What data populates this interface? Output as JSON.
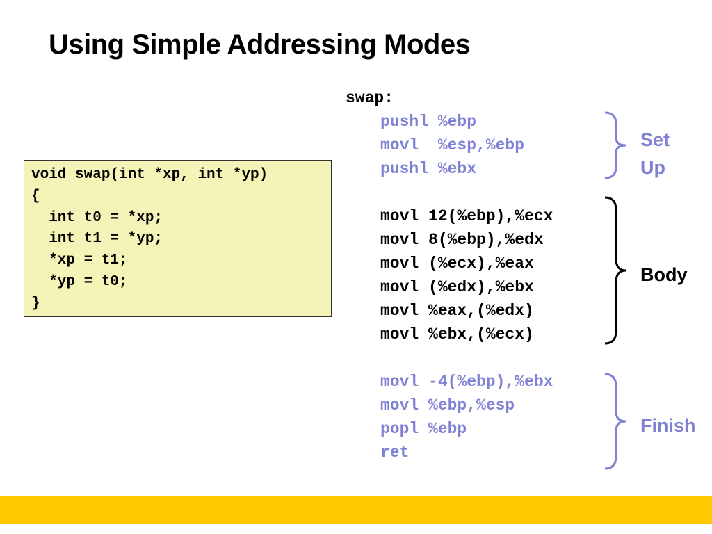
{
  "slide": {
    "title": "Using Simple Addressing Modes"
  },
  "c_code": {
    "lines": [
      "void swap(int *xp, int *yp)",
      "{",
      "  int t0 = *xp;",
      "  int t1 = *yp;",
      "  *xp = t1;",
      "  *yp = t0;",
      "}"
    ]
  },
  "asm": {
    "label": "swap:",
    "setup": [
      "pushl %ebp",
      "movl  %esp,%ebp",
      "pushl %ebx"
    ],
    "body": [
      "movl 12(%ebp),%ecx",
      "movl 8(%ebp),%edx",
      "movl (%ecx),%eax",
      "movl (%edx),%ebx",
      "movl %eax,(%edx)",
      "movl %ebx,(%ecx)"
    ],
    "finish": [
      "movl -4(%ebp),%ebx",
      "movl %ebp,%esp",
      "popl %ebp",
      "ret"
    ]
  },
  "sections": {
    "setup": {
      "line1": "Set",
      "line2": "Up",
      "color": "#7f82d4"
    },
    "body": {
      "label": "Body",
      "color": "#000000"
    },
    "finish": {
      "label": "Finish",
      "color": "#7f82d4"
    }
  },
  "colors": {
    "code_box_bg": "#f5f4b8",
    "accent_blue": "#7f82d4",
    "footer_bar": "#ffc800"
  }
}
